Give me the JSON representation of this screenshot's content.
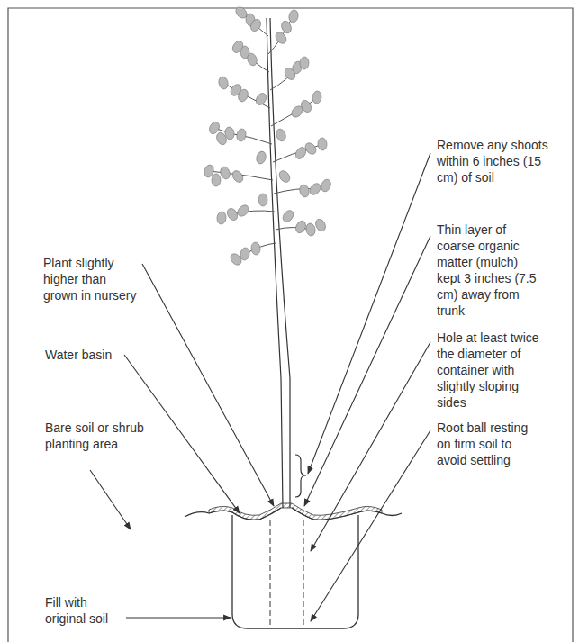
{
  "diagram": {
    "labels": [
      "Remove any shoots within 6 inches (15 cm) of soil",
      "Thin layer of coarse organic matter (mulch) kept 3 inches (7.5 cm) away from trunk",
      "Hole at least twice the diameter of container with slightly sloping sides",
      "Root ball resting on firm soil to avoid settling",
      "Plant slightly higher than grown in nursery",
      "Water basin",
      "Bare soil or shrub planting area",
      "Fill with original soil"
    ]
  }
}
